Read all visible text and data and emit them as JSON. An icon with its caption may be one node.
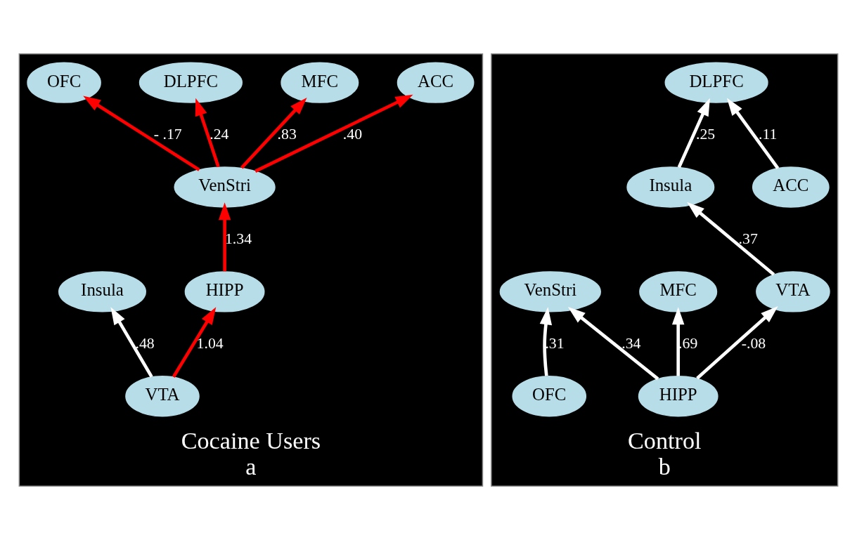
{
  "diagram": {
    "nodes": [
      {
        "text": [
          "Cocaine Users",
          "a"
        ]
      },
      {
        "text": [
          "OFC"
        ],
        "in": 0
      },
      {
        "text": [
          "DLPFC"
        ],
        "in": 0
      },
      {
        "text": [
          "MFC"
        ],
        "in": 0
      },
      {
        "text": [
          "ACC"
        ],
        "in": 0
      },
      {
        "text": [
          "Insula"
        ],
        "in": 0
      },
      {
        "text": [
          "VenStri"
        ],
        "in": 0
      },
      {
        "text": [
          "HIPP"
        ],
        "in": 0
      },
      {
        "text": [
          "VTA"
        ],
        "in": 0
      },
      {
        "text": [
          "Control",
          "b"
        ]
      },
      {
        "text": [
          "OFC"
        ],
        "in": 9
      },
      {
        "text": [
          "DLPFC"
        ],
        "in": 9
      },
      {
        "text": [
          "MFC"
        ],
        "in": 9
      },
      {
        "text": [
          "ACC"
        ],
        "in": 9
      },
      {
        "text": [
          "Insula"
        ],
        "in": 9
      },
      {
        "text": [
          "VenStri"
        ],
        "in": 9
      },
      {
        "text": [
          "HIPP"
        ],
        "in": 9
      },
      {
        "text": [
          "VTA"
        ],
        "in": 9
      }
    ],
    "edges": [
      {
        "from": 6,
        "to": 2,
        "arrow": "to",
        "label": ".24",
        "color": "#ff0000"
      },
      {
        "from": 6,
        "to": 1,
        "arrow": "to",
        "label": "- .17",
        "color": "#ff0000"
      },
      {
        "from": 6,
        "to": 3,
        "arrow": "to",
        "label": ".83",
        "color": "#ff0000"
      },
      {
        "from": 6,
        "to": 4,
        "arrow": "to",
        "label": ".40",
        "color": "#ff0000"
      },
      {
        "from": 7,
        "to": 6,
        "arrow": "to",
        "label": "1.34",
        "color": "#ff0000"
      },
      {
        "from": 8,
        "to": 7,
        "arrow": "to",
        "label": "1.04",
        "color": "#ff0000"
      },
      {
        "from": 8,
        "to": 5,
        "arrow": "to",
        "label": ".48"
      },
      {
        "from": 13,
        "to": 11,
        "arrow": "to",
        "label": ".11"
      },
      {
        "from": 10,
        "to": 15,
        "arrow": "to",
        "label": ".31"
      },
      {
        "from": 16,
        "to": 12,
        "arrow": "to",
        "label": ".69"
      },
      {
        "from": 14,
        "to": 11,
        "arrow": "to",
        "label": ".25"
      },
      {
        "from": 16,
        "to": 15,
        "arrow": "to",
        "label": ".34"
      },
      {
        "from": 16,
        "to": 17,
        "arrow": "to",
        "label": "-.08"
      },
      {
        "from": 17,
        "to": 14,
        "arrow": "to",
        "label": ".37"
      }
    ]
  }
}
